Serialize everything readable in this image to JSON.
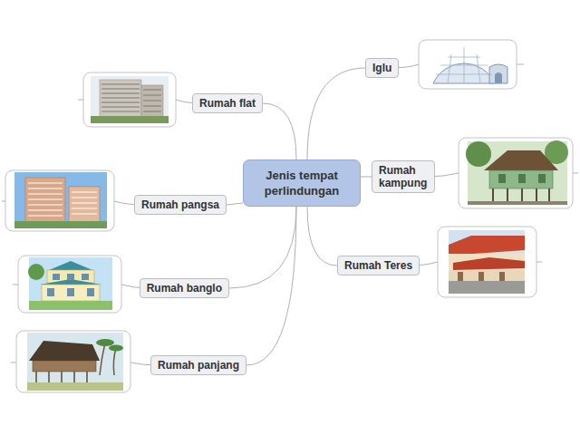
{
  "diagram": {
    "nodes": [
      {
        "text": [
          "Jenis tempat perlindungan"
        ]
      },
      {
        "text": [
          "Iglu"
        ]
      },
      {
        "text": [
          "Rumah flat"
        ]
      },
      {
        "text": [
          "Rumah kampung"
        ]
      },
      {
        "text": [
          "Rumah pangsa"
        ]
      },
      {
        "text": [
          "Rumah Teres"
        ]
      },
      {
        "text": [
          "Rumah banglo"
        ]
      },
      {
        "text": [
          "Rumah panjang"
        ]
      }
    ],
    "edges": [
      {
        "from": 0,
        "to": 1,
        "arrow": "none"
      },
      {
        "from": 0,
        "to": 2,
        "arrow": "none"
      },
      {
        "from": 0,
        "to": 3,
        "arrow": "none"
      },
      {
        "from": 0,
        "to": 4,
        "arrow": "none"
      },
      {
        "from": 0,
        "to": 5,
        "arrow": "none"
      },
      {
        "from": 0,
        "to": 6,
        "arrow": "none"
      },
      {
        "from": 0,
        "to": 7,
        "arrow": "none"
      }
    ]
  }
}
